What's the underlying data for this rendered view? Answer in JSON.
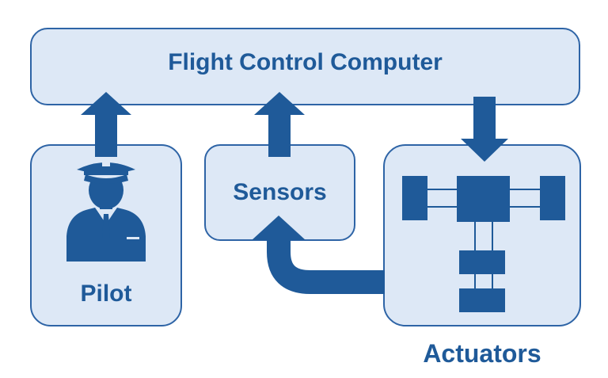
{
  "diagram": {
    "fcc_label": "Flight Control Computer",
    "pilot_label": "Pilot",
    "sensors_label": "Sensors",
    "actuators_label": "Actuators"
  },
  "colors": {
    "box_fill": "#dde8f6",
    "box_border": "#2e64a6",
    "arrow": "#1f5a99",
    "text": "#1f5a99"
  },
  "icons": [
    "pilot-icon",
    "actuator-icon"
  ]
}
